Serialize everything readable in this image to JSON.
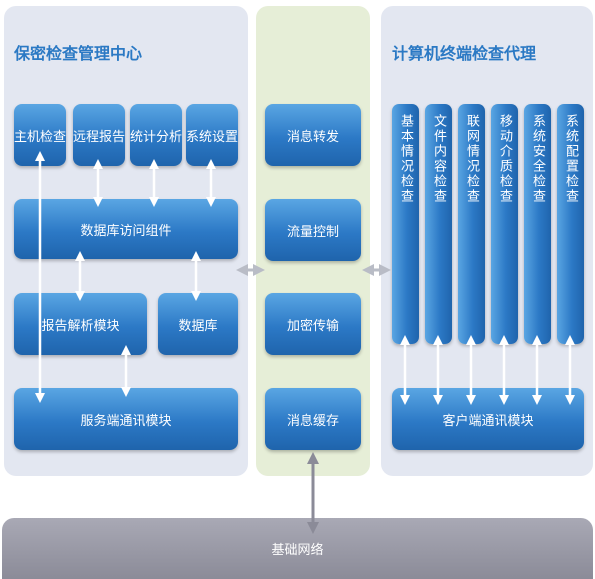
{
  "left_panel": {
    "title": "保密检查管理中心",
    "top_buttons": [
      "主机检查",
      "远程报告",
      "统计分析",
      "系统设置"
    ],
    "db_access": "数据库访问组件",
    "report_parse": "报告解析模块",
    "database": "数据库",
    "server_comm": "服务端通讯模块"
  },
  "middle_panel": {
    "boxes": [
      "消息转发",
      "流量控制",
      "加密传输",
      "消息缓存"
    ]
  },
  "right_panel": {
    "title": "计算机终端检查代理",
    "columns": [
      "基本情况检查",
      "文件内容检查",
      "联网情况检查",
      "移动介质检查",
      "系统安全检查",
      "系统配置检查"
    ],
    "client_comm": "客户端通讯模块"
  },
  "network": {
    "label": "基础网络"
  },
  "colors": {
    "box_blue": "#2c79c6",
    "title_blue": "#2b79c4",
    "panel_gray": "#e3e7f1",
    "panel_green": "#e6eed7",
    "network_gray": "#9a9aa6"
  }
}
